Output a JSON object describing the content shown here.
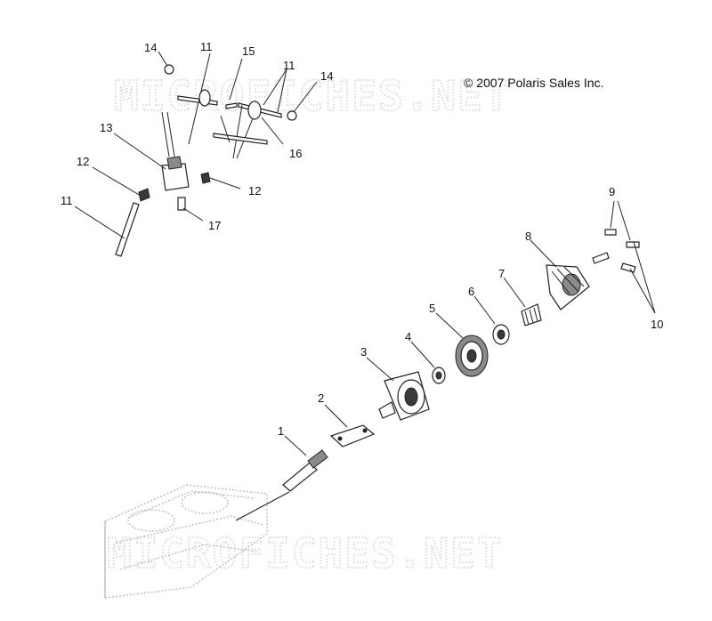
{
  "copyright": "© 2007 Polaris Sales Inc.",
  "watermarks": [
    "MICROFICHES.NET",
    "MICROFICHES.NET"
  ],
  "callouts": [
    "14",
    "11",
    "15",
    "11",
    "14",
    "13",
    "16",
    "12",
    "12",
    "11",
    "17",
    "9",
    "8",
    "7",
    "6",
    "5",
    "4",
    "3",
    "2",
    "1",
    "10"
  ]
}
